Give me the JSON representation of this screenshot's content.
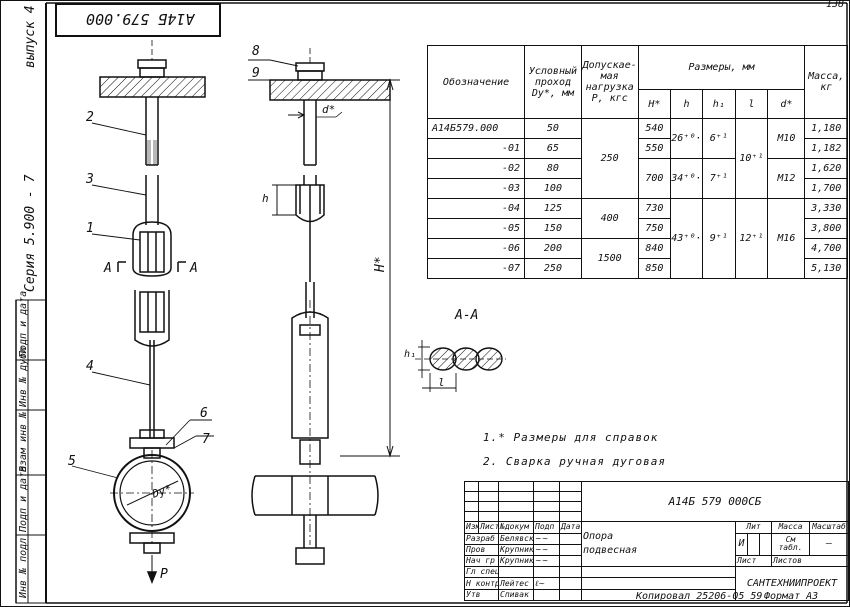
{
  "sheet_number": "138",
  "drawing_stamp": "А14Б 579.000",
  "left_strip": {
    "release": "выпуск 4",
    "series": "Серия 5.900 - 7",
    "fields": [
      "Подп и дата",
      "Инв № дубл",
      "Взам инв №",
      "Подп и дата",
      "Инв № подл"
    ]
  },
  "callouts": {
    "pos1": "1",
    "pos2": "2",
    "pos3": "3",
    "pos4": "4",
    "pos5": "5",
    "pos6": "6",
    "pos7": "7",
    "pos8": "8",
    "pos9": "9",
    "section_letter_left": "А",
    "section_letter_right": "А",
    "force": "Р",
    "diameter": "Dу*",
    "dim_d": "d*",
    "dim_h": "h",
    "dim_H": "Н*",
    "section_title": "А-А",
    "section_h": "h₁",
    "section_l": "l"
  },
  "table": {
    "col_designation": "Обозначение",
    "col_passage": "Условный проход Dу*, мм",
    "col_load": "Допускае-мая нагрузка Р, кгс",
    "col_sizes": "Размеры, мм",
    "col_mass": "Масса, кг",
    "sub_H": "Н*",
    "sub_h": "h",
    "sub_h1": "h₁",
    "sub_l": "l",
    "sub_d": "d*",
    "rows": [
      {
        "designation": "А14Б579.000",
        "passage": "50",
        "H": "540",
        "mass": "1,180"
      },
      {
        "designation": "-01",
        "passage": "65",
        "H": "550",
        "mass": "1,182"
      },
      {
        "designation": "-02",
        "passage": "80",
        "H": "700",
        "mass": "1,620"
      },
      {
        "designation": "-03",
        "passage": "100",
        "H": "",
        "mass": "1,700"
      },
      {
        "designation": "-04",
        "passage": "125",
        "H": "730",
        "mass": "3,330"
      },
      {
        "designation": "-05",
        "passage": "150",
        "H": "750",
        "mass": "3,800"
      },
      {
        "designation": "-06",
        "passage": "200",
        "H": "840",
        "mass": "4,700"
      },
      {
        "designation": "-07",
        "passage": "250",
        "H": "850",
        "mass": "5,130"
      }
    ],
    "load_250": "250",
    "load_400": "400",
    "load_1500": "1500",
    "h_a": "26⁺⁰·⁵²",
    "h_b": "34⁺⁰·⁶²",
    "h_c": "43⁺⁰·⁶²",
    "h1_a": "6⁺¹",
    "h1_b": "7⁺¹",
    "h1_c": "9⁺¹",
    "l_a": "10⁺¹",
    "l_b": "12⁺¹",
    "d_a": "М10",
    "d_b": "М12",
    "d_c": "М16"
  },
  "notes": {
    "note1": "1.* Размеры для справок",
    "note2": "2. Сварка ручная дуговая"
  },
  "title_block": {
    "code": "А14Б 579 000СБ",
    "name_line1": "Опора",
    "name_line2": "подвесная",
    "col_izm": "Изм",
    "col_list": "Лист",
    "col_doc": "№докум",
    "col_sign": "Подп",
    "col_date": "Дата",
    "role_razrab": "Разраб",
    "name_razrab": "Белявская",
    "role_prov": "Пров",
    "name_prov": "Крупник",
    "role_nach": "Нач гр",
    "name_nach": "Крупник",
    "role_spec": "Гл спец",
    "name_spec": "",
    "role_nkontr": "Н контр",
    "name_nkontr": "Лейтес",
    "role_utv": "Утв",
    "name_utv": "Спивак",
    "label_lit": "Лит",
    "label_mass": "Масса",
    "label_scale": "Масштаб",
    "lit_value": "И",
    "mass_value": "См табл.",
    "scale_value": "—",
    "label_sheet": "Лист",
    "label_sheets": "Листов",
    "organization": "САНТЕХНИИПРОЕКТ"
  },
  "footer": {
    "copied": "Копировал 25206-05 59",
    "format": "Формат А3"
  }
}
